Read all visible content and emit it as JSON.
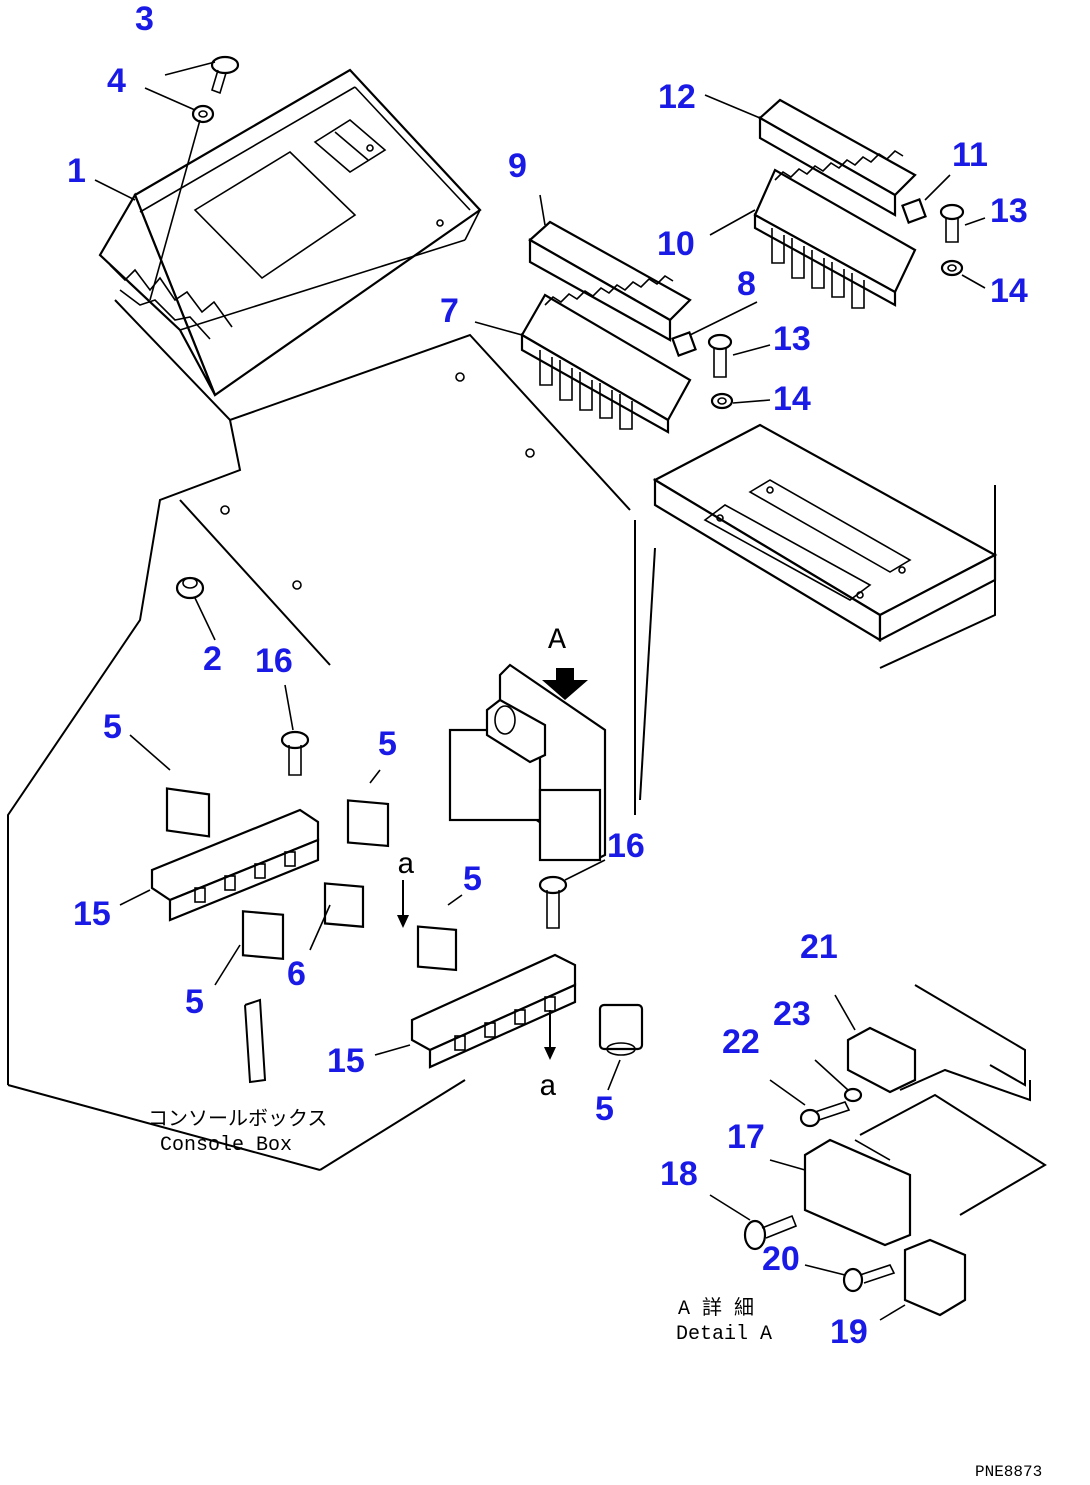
{
  "callouts": {
    "c1": "1",
    "c2": "2",
    "c3": "3",
    "c4": "4",
    "c5a": "5",
    "c5b": "5",
    "c5c": "5",
    "c5d": "5",
    "c5e": "5",
    "c6": "6",
    "c7": "7",
    "c8": "8",
    "c9": "9",
    "c10": "10",
    "c11": "11",
    "c12": "12",
    "c13a": "13",
    "c13b": "13",
    "c14a": "14",
    "c14b": "14",
    "c15a": "15",
    "c15b": "15",
    "c16a": "16",
    "c16b": "16",
    "c17": "17",
    "c18": "18",
    "c19": "19",
    "c20": "20",
    "c21": "21",
    "c22": "22",
    "c23": "23"
  },
  "view_marker": "A",
  "arrow_marker_top": "a",
  "arrow_marker_bottom": "a",
  "console_box_label_jp": "コンソールボックス",
  "console_box_label_en": "Console Box",
  "detail_label_jp": "A 詳 細",
  "detail_label_en": "Detail A",
  "drawing_code": "PNE8873",
  "colors": {
    "callout": "#1a1ae6",
    "line": "#000000",
    "background": "#ffffff"
  }
}
